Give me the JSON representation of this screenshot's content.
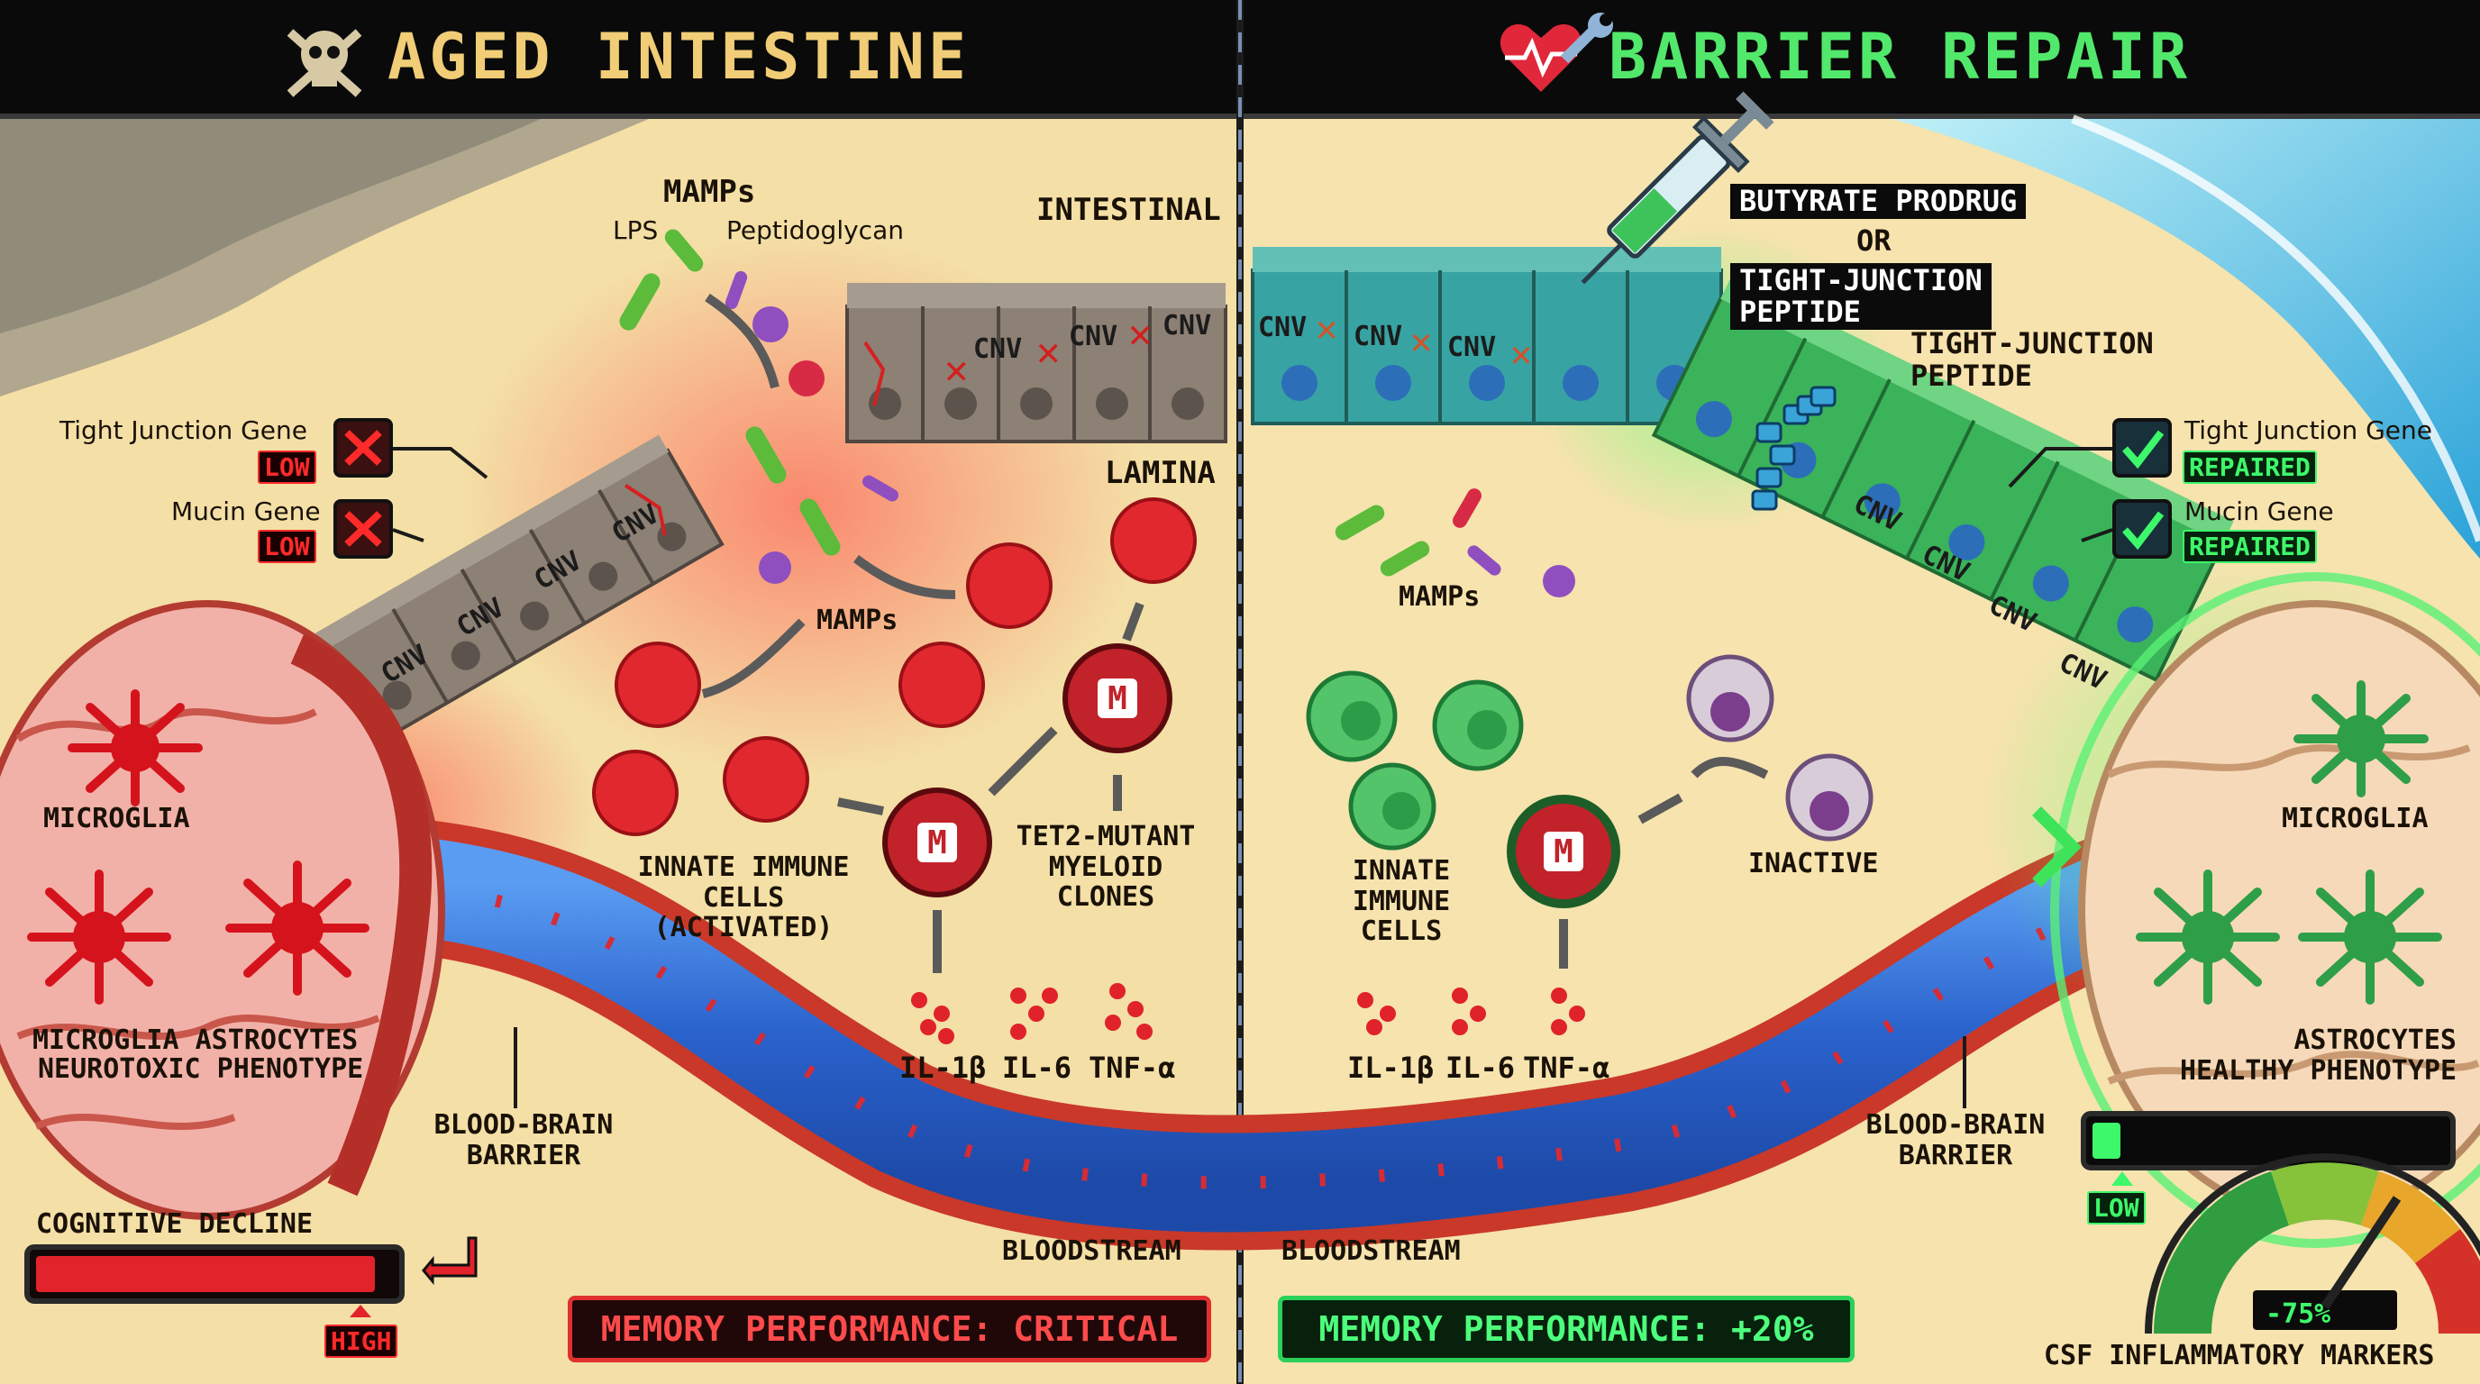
{
  "panels": {
    "left_title": "AGED INTESTINE",
    "right_title": "BARRIER REPAIR"
  },
  "left": {
    "mamps_top": "MAMPs",
    "lps": "LPS",
    "peptidoglycan": "Peptidoglycan",
    "intestinal": "INTESTINAL",
    "lamina": "LAMINA",
    "mamps_mid": "MAMPs",
    "tight_junction_gene": "Tight Junction Gene",
    "tight_junction_status": "LOW",
    "mucin_gene": "Mucin Gene",
    "mucin_status": "LOW",
    "microglia": "MICROGLIA",
    "brain_caption_1": "MICROGLIA  ASTROCYTES",
    "brain_caption_2": "NEUROTOXIC PHENOTYPE",
    "innate_1": "INNATE IMMUNE",
    "innate_2": "CELLS",
    "innate_3": "(ACTIVATED)",
    "tet2_1": "TET2-MUTANT",
    "tet2_2": "MYELOID",
    "tet2_3": "CLONES",
    "il1b": "IL-1β",
    "il6": "IL-6",
    "tnfa": "TNF-α",
    "bbb_1": "BLOOD-BRAIN",
    "bbb_2": "BARRIER",
    "bloodstream": "BLOODSTREAM",
    "cognitive": "COGNITIVE DECLINE",
    "cognitive_level": "HIGH",
    "cognitive_fraction": 0.95,
    "memory_banner": "MEMORY PERFORMANCE: CRITICAL",
    "cnv": "CNV",
    "m_label": "M"
  },
  "right": {
    "butyrate": "BUTYRATE PRODRUG",
    "or": "OR",
    "tj_peptide_box_1": "TIGHT-JUNCTION",
    "tj_peptide_box_2": "PEPTIDE",
    "tj_peptide_1": "TIGHT-JUNCTION",
    "tj_peptide_2": "PEPTIDE",
    "tight_junction_gene": "Tight Junction Gene",
    "tight_junction_status": "REPAIRED",
    "mucin_gene": "Mucin Gene",
    "mucin_status": "REPAIRED",
    "mamps": "MAMPs",
    "microglia": "MICROGLIA",
    "astro_1": "ASTROCYTES",
    "astro_2": "HEALTHY PHENOTYPE",
    "innate_1": "INNATE",
    "innate_2": "IMMUNE",
    "innate_3": "CELLS",
    "inactive": "INACTIVE",
    "il1b": "IL-1β",
    "il6": "IL-6",
    "tnfa": "TNF-α",
    "bbb_1": "BLOOD-BRAIN",
    "bbb_2": "BARRIER",
    "bloodstream": "BLOODSTREAM",
    "level": "LOW",
    "level_fraction": 0.08,
    "memory_banner": "MEMORY PERFORMANCE: +20%",
    "gauge_value": "-75%",
    "csf": "CSF INFLAMMATORY MARKERS",
    "cnv": "CNV",
    "m_label": "M"
  },
  "colors": {
    "inflamed_red": "#d81f26",
    "healthy_green": "#36b24a",
    "sand": "#f4dfa6",
    "vessel_blue": "#2f6fd8",
    "banner_red": "#ff4b4b",
    "banner_green": "#4dff7c"
  },
  "icons": {
    "left_header": "skull-crossbones-icon",
    "right_header": "heart-wrench-icon",
    "syringe": "syringe-icon",
    "status_bad": "red-x-icon",
    "status_good": "green-check-icon"
  }
}
